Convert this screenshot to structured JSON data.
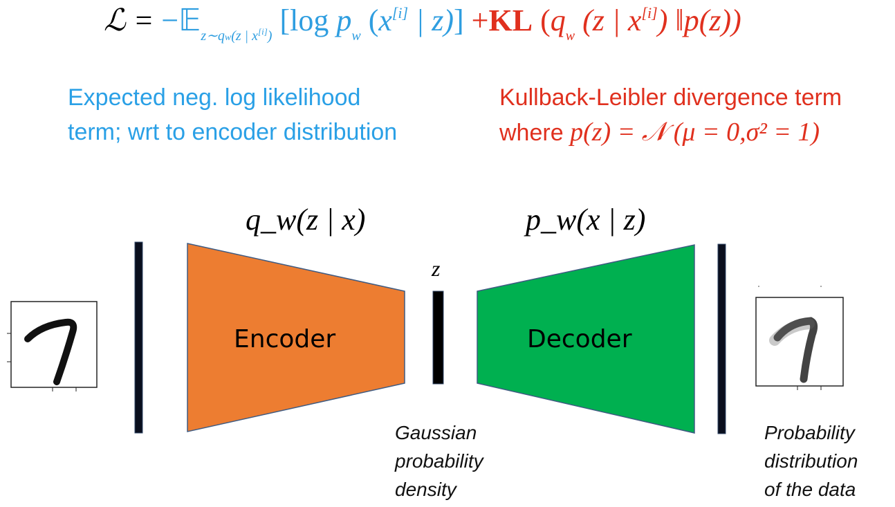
{
  "formula": {
    "lhs": "ℒ =",
    "neg": "−",
    "expect_symbol": "𝔼",
    "expect_sub": "z∼q",
    "expect_sub_w": "w",
    "expect_sub_rest": "(z | x",
    "expect_sub_sup": "[i]",
    "expect_sub_close": ")",
    "bracket_open": "[",
    "log": "log ",
    "p": "p",
    "p_sub": "w",
    "paren_open": "(",
    "x": "x",
    "x_sup": "[i]",
    "given_z": " | z)",
    "bracket_close": "]",
    "plus": "+",
    "kl": "KL",
    "kl_open": " (",
    "q": "q",
    "q_sub": "w",
    "kl_inner": " (z | x",
    "kl_sup": "[i]",
    "kl_close": ") ‖p(z))"
  },
  "captions": {
    "nll_line1": "Expected neg. log likelihood",
    "nll_line2": "term; wrt to encoder distribution",
    "kl_line1": "Kullback-Leibler divergence term",
    "kl_line2_prefix": "where ",
    "kl_line2_math": "p(z) = 𝒩 (μ = 0,σ² = 1)"
  },
  "labels": {
    "encoder_dist": "q_w(z | x)",
    "decoder_dist": "p_w(x | z)",
    "z": "z",
    "encoder": "Encoder",
    "decoder": "Decoder"
  },
  "notes": {
    "gaussian_1": "Gaussian",
    "gaussian_2": "probability",
    "gaussian_3": "density",
    "data_1": "Probability",
    "data_2": "distribution",
    "data_3": "of the data"
  },
  "colors": {
    "blue": "#2f9ee0",
    "red": "#e0301e",
    "encoder_fill": "#ed7d31",
    "decoder_fill": "#00b050",
    "bar": "#0a0f1e"
  }
}
